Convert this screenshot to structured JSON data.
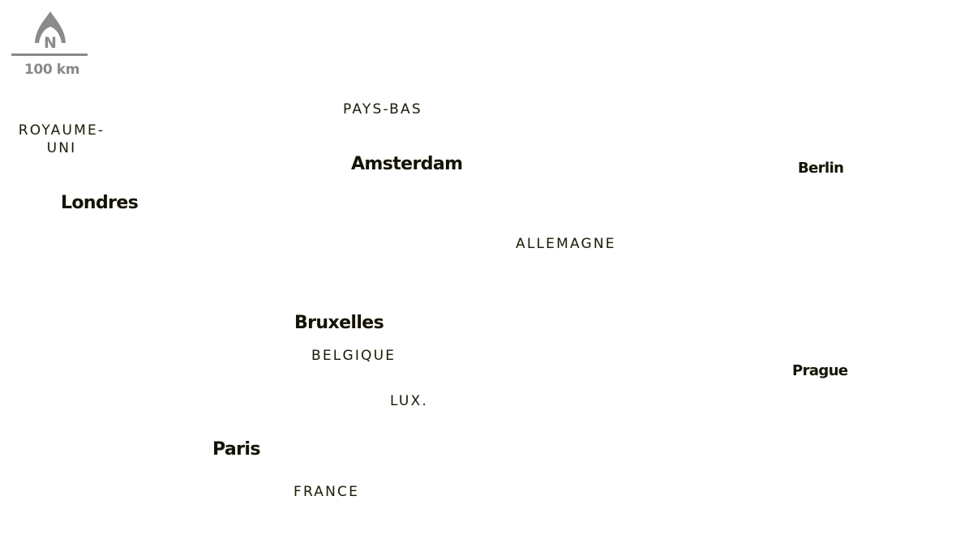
{
  "map": {
    "north_label": "N",
    "scale_label": "100 km",
    "countries": [
      {
        "id": "uk",
        "label": "ROYAUME-\nUNI"
      },
      {
        "id": "nl",
        "label": "PAYS-BAS"
      },
      {
        "id": "de",
        "label": "ALLEMAGNE"
      },
      {
        "id": "be",
        "label": "BELGIQUE"
      },
      {
        "id": "lu",
        "label": "LUX."
      },
      {
        "id": "fr",
        "label": "FRANCE"
      }
    ],
    "cities": [
      {
        "id": "london",
        "label": "Londres"
      },
      {
        "id": "amsterdam",
        "label": "Amsterdam"
      },
      {
        "id": "berlin",
        "label": "Berlin"
      },
      {
        "id": "brussels",
        "label": "Bruxelles"
      },
      {
        "id": "prague",
        "label": "Prague"
      },
      {
        "id": "paris",
        "label": "Paris"
      }
    ],
    "colors": {
      "label": "#1c1b12",
      "halo": "#f6f4d8",
      "north_arrow": "#8a8a8a",
      "scale": "#8a8a8a",
      "background": "#ffffff"
    }
  }
}
